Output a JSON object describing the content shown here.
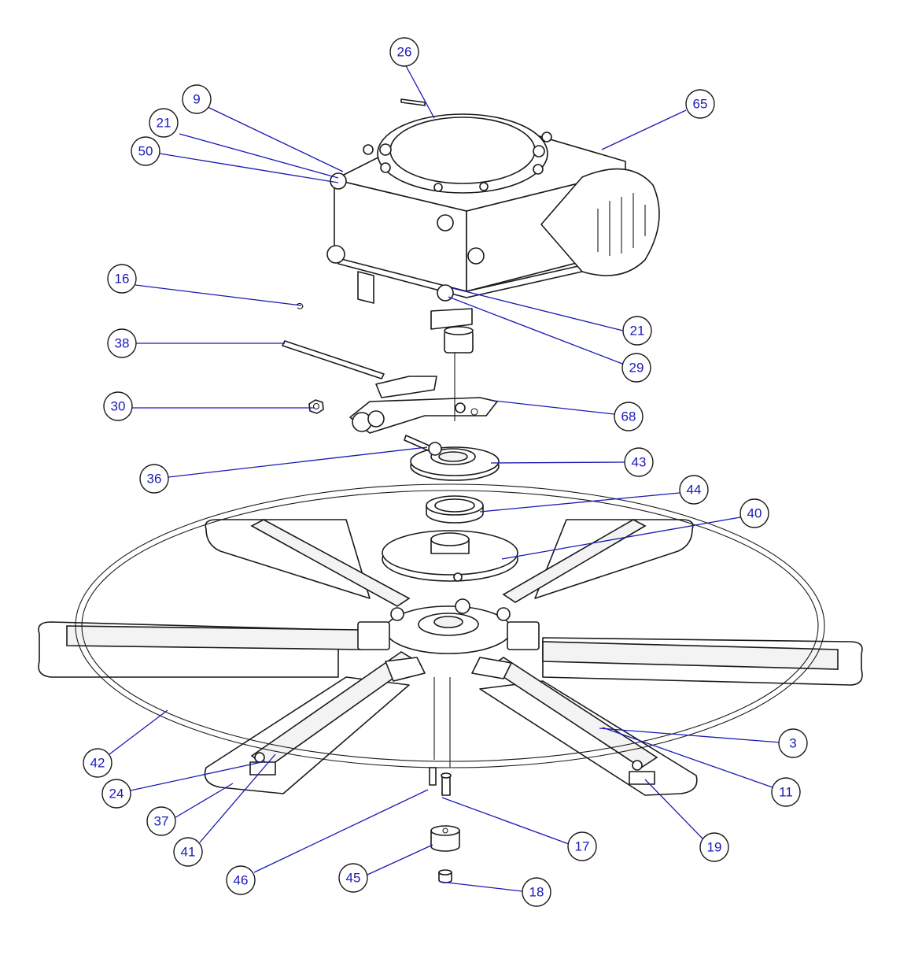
{
  "diagram": {
    "colors": {
      "callout_text": "#1a1ab4",
      "leader": "#1a1ab4",
      "line": "#1a1a1a",
      "background": "#ffffff"
    },
    "callouts": [
      {
        "id": "c26",
        "label": "26"
      },
      {
        "id": "c9",
        "label": "9"
      },
      {
        "id": "c21a",
        "label": "21"
      },
      {
        "id": "c50",
        "label": "50"
      },
      {
        "id": "c65",
        "label": "65"
      },
      {
        "id": "c16",
        "label": "16"
      },
      {
        "id": "c38",
        "label": "38"
      },
      {
        "id": "c21b",
        "label": "21"
      },
      {
        "id": "c29",
        "label": "29"
      },
      {
        "id": "c30",
        "label": "30"
      },
      {
        "id": "c68",
        "label": "68"
      },
      {
        "id": "c43",
        "label": "43"
      },
      {
        "id": "c36",
        "label": "36"
      },
      {
        "id": "c44",
        "label": "44"
      },
      {
        "id": "c40",
        "label": "40"
      },
      {
        "id": "c3",
        "label": "3"
      },
      {
        "id": "c11",
        "label": "11"
      },
      {
        "id": "c42",
        "label": "42"
      },
      {
        "id": "c24",
        "label": "24"
      },
      {
        "id": "c19",
        "label": "19"
      },
      {
        "id": "c37",
        "label": "37"
      },
      {
        "id": "c17",
        "label": "17"
      },
      {
        "id": "c41",
        "label": "41"
      },
      {
        "id": "c46",
        "label": "46"
      },
      {
        "id": "c45",
        "label": "45"
      },
      {
        "id": "c18",
        "label": "18"
      }
    ]
  }
}
